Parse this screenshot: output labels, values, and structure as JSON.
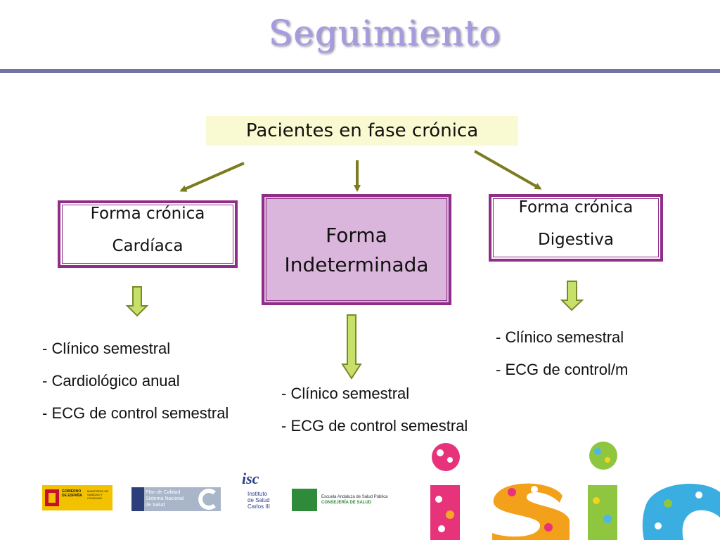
{
  "title": "Seguimiento",
  "root": {
    "label": "Pacientes en fase crónica"
  },
  "branches": {
    "cardiac": {
      "line1": "Forma crónica",
      "line2": "Cardíaca",
      "items": [
        "- Clínico semestral",
        "- Cardiológico anual",
        "- ECG de control semestral"
      ]
    },
    "indeterminate": {
      "line1": "Forma",
      "line2": "Indeterminada",
      "items": [
        "- Clínico semestral",
        "- ECG de control semestral"
      ]
    },
    "digestive": {
      "line1": "Forma crónica",
      "line2": "Digestiva",
      "items": [
        "- Clínico semestral",
        "- ECG de control/m"
      ]
    }
  },
  "logos": {
    "gobierno": {
      "line1": "GOBIERNO",
      "line2": "DE ESPAÑA",
      "ministry": "MINISTERIO DE SANIDAD Y CONSUMO"
    },
    "plan": {
      "line1": "Plan de Calidad",
      "line2": "Sistema Nacional",
      "line3": "de Salud"
    },
    "instituto": {
      "mark": "isc",
      "line1": "Instituto",
      "line2": "de Salud",
      "line3": "Carlos III"
    },
    "escuela": {
      "line1": "Escuela Andaluza de Salud Pública",
      "line2": "CONSEJERÍA DE SALUD"
    },
    "big": {
      "mark": "isic"
    }
  },
  "colors": {
    "title": "#a69be0",
    "rule": "#7472a5",
    "box_border": "#8f2d88",
    "indeterminate_fill": "#dab6dc",
    "root_fill": "#fafad2",
    "arrow": "#7b7c1d",
    "block_arrow_fill": "#c6e06a",
    "block_arrow_stroke": "#7a8a2a"
  }
}
